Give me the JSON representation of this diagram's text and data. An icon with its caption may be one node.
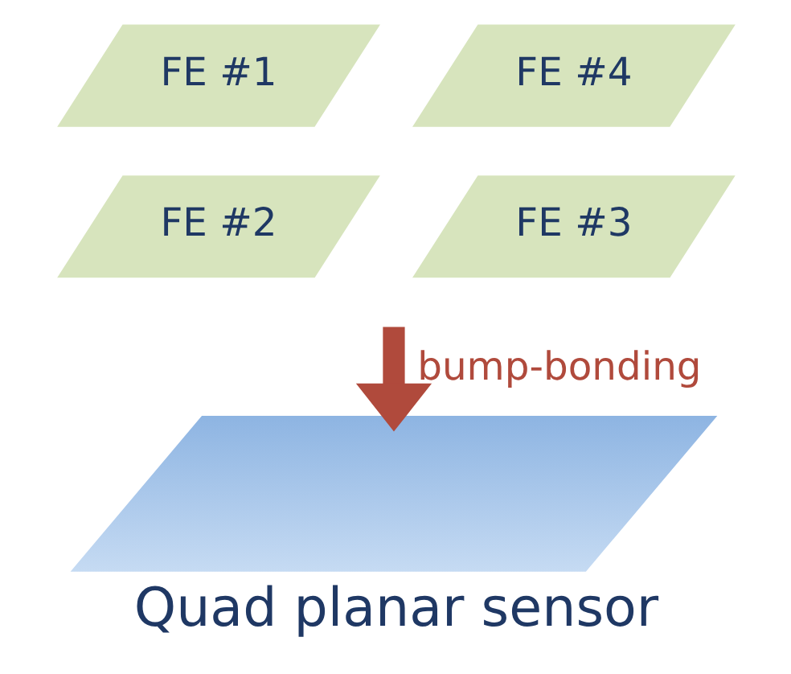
{
  "diagram": {
    "caption": "Quad planar sensor",
    "nodes": [
      {
        "text": [
          "FE #1"
        ]
      },
      {
        "text": [
          "FE #4"
        ]
      },
      {
        "text": [
          "FE #2"
        ]
      },
      {
        "text": [
          "FE #3"
        ]
      },
      {
        "text": [],
        "shape": "box"
      }
    ],
    "edges": [
      {
        "from": null,
        "to": 4,
        "arrow": "to",
        "label": "bump-bonding",
        "color": "#b04a3c"
      }
    ]
  }
}
